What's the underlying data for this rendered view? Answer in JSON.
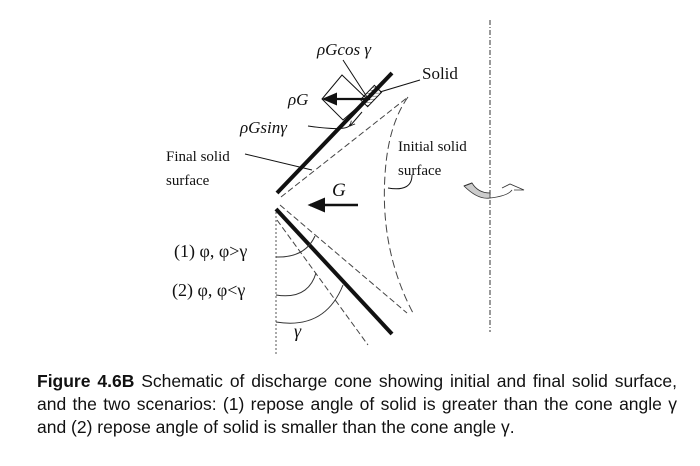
{
  "diagram": {
    "labels": {
      "rho_g_cos": "ρGcos γ",
      "solid": "Solid",
      "rho_g": "ρG",
      "rho_g_sin": "ρGsinγ",
      "final_line1": "Final solid",
      "final_line2": "surface",
      "initial_line1": "Initial solid",
      "initial_line2": "surface",
      "g": "G",
      "case1": "(1) φ, φ>γ",
      "case2": "(2) φ, φ<γ",
      "gamma": "γ"
    },
    "icons": [
      "rotation-arrow-icon"
    ]
  },
  "caption": {
    "number": "Figure 4.6B",
    "text": " Schematic of discharge cone showing initial and final solid surface, and the two scenarios: (1) repose angle of solid is greater than the cone angle γ and (2) repose angle of solid is smaller than the cone angle γ."
  }
}
